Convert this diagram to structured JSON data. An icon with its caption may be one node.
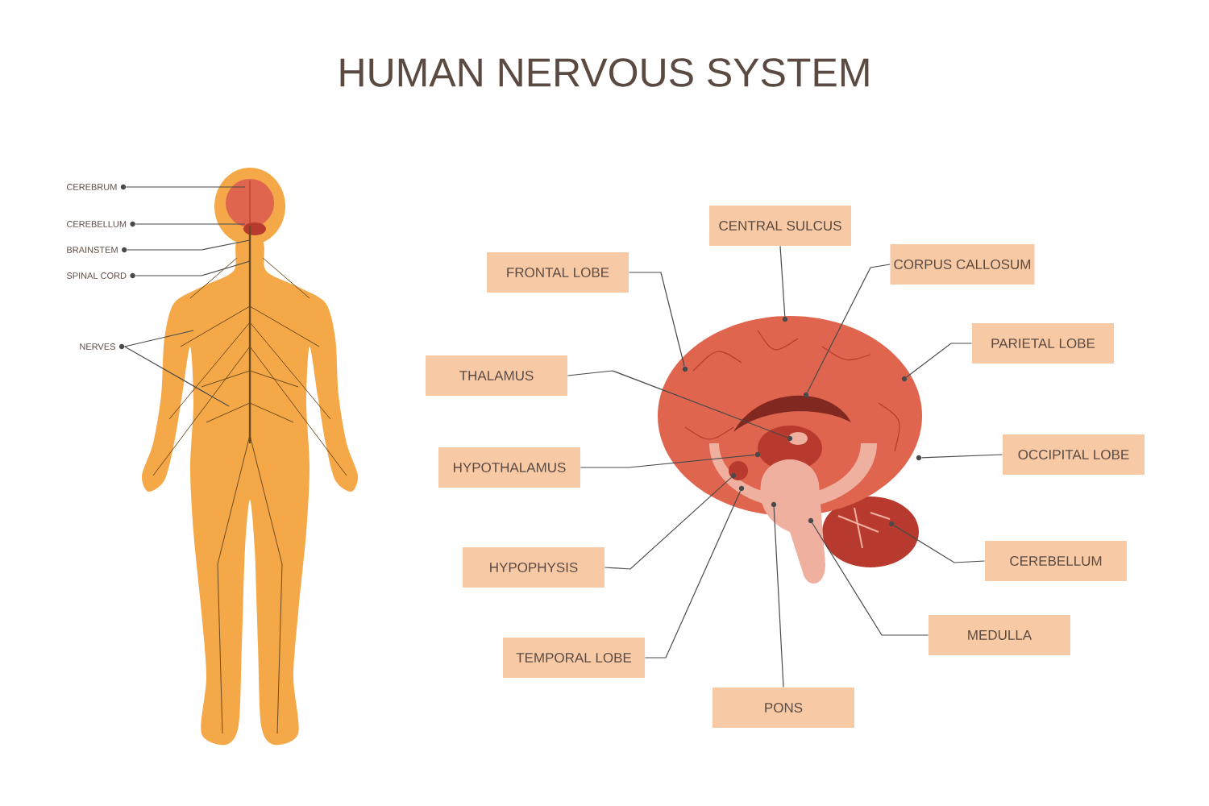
{
  "diagram": {
    "title": "HUMAN NERVOUS SYSTEM",
    "nodes": [
      {
        "text": [
          "CEREBRUM"
        ]
      },
      {
        "text": [
          "CEREBELLUM"
        ]
      },
      {
        "text": [
          "BRAINSTEM"
        ]
      },
      {
        "text": [
          "SPINAL CORD"
        ]
      },
      {
        "text": [
          "NERVES"
        ]
      },
      {
        "text": [
          "CENTRAL SULCUS"
        ]
      },
      {
        "text": [
          "FRONTAL LOBE"
        ]
      },
      {
        "text": [
          "CORPUS CALLOSUM"
        ]
      },
      {
        "text": [
          "PARIETAL LOBE"
        ]
      },
      {
        "text": [
          "THALAMUS"
        ]
      },
      {
        "text": [
          "OCCIPITAL LOBE"
        ]
      },
      {
        "text": [
          "HYPOTHALAMUS"
        ]
      },
      {
        "text": [
          "HYPOPHYSIS"
        ]
      },
      {
        "text": [
          "CEREBELLUM"
        ]
      },
      {
        "text": [
          "TEMPORAL LOBE"
        ]
      },
      {
        "text": [
          "MEDULLA"
        ]
      },
      {
        "text": [
          "PONS"
        ]
      },
      {
        "text": [],
        "shape": "dot"
      },
      {
        "text": [],
        "shape": "dot"
      },
      {
        "text": [],
        "shape": "dot"
      },
      {
        "text": [],
        "shape": "dot"
      },
      {
        "text": [],
        "shape": "dot"
      },
      {
        "text": [],
        "shape": "dot"
      },
      {
        "text": [],
        "shape": "dot"
      },
      {
        "text": [],
        "shape": "dot"
      },
      {
        "text": [],
        "shape": "dot"
      },
      {
        "text": [],
        "shape": "dot"
      },
      {
        "text": [],
        "shape": "dot"
      },
      {
        "text": [],
        "shape": "dot"
      }
    ],
    "edges": [
      {
        "from": 0,
        "to": null,
        "arrow": "none"
      },
      {
        "from": 1,
        "to": null,
        "arrow": "none"
      },
      {
        "from": 2,
        "to": null,
        "arrow": "none"
      },
      {
        "from": 3,
        "to": null,
        "arrow": "none"
      },
      {
        "from": 4,
        "to": null,
        "arrow": "none"
      },
      {
        "from": 4,
        "to": null,
        "arrow": "none"
      },
      {
        "from": 5,
        "to": 17,
        "arrow": "none"
      },
      {
        "from": 6,
        "to": 18,
        "arrow": "none"
      },
      {
        "from": 7,
        "to": 19,
        "arrow": "none"
      },
      {
        "from": 8,
        "to": 20,
        "arrow": "none"
      },
      {
        "from": 9,
        "to": 21,
        "arrow": "none"
      },
      {
        "from": 10,
        "to": 22,
        "arrow": "none"
      },
      {
        "from": 11,
        "to": 23,
        "arrow": "none"
      },
      {
        "from": 12,
        "to": 24,
        "arrow": "none"
      },
      {
        "from": 13,
        "to": 25,
        "arrow": "none"
      },
      {
        "from": 14,
        "to": 26,
        "arrow": "none"
      },
      {
        "from": 15,
        "to": 27,
        "arrow": "none"
      },
      {
        "from": 16,
        "to": 28,
        "arrow": "none"
      }
    ]
  }
}
